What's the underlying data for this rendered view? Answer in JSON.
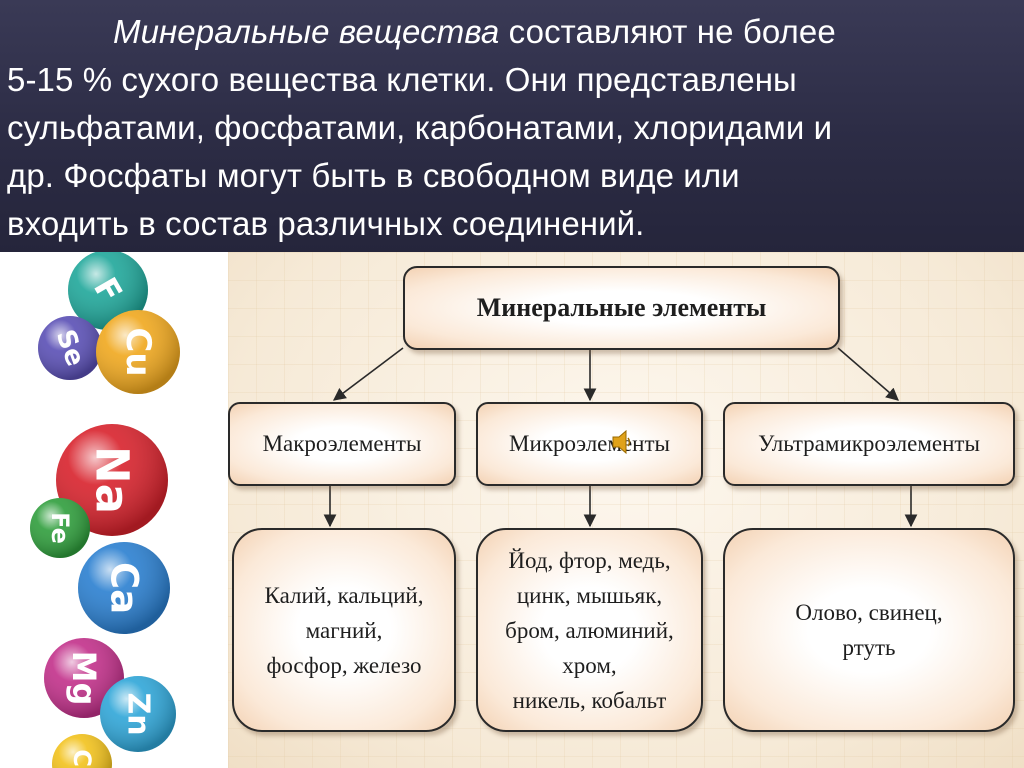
{
  "header": {
    "lead_italic": "Минеральные вещества",
    "lead_rest": " составляют не более",
    "lines": [
      "5-15 % сухого вещества клетки. Они представлены",
      "сульфатами, фосфатами, карбонатами, хлоридами и",
      "др. Фосфаты могут быть в свободном виде или",
      "входить в состав различных соединений."
    ]
  },
  "elements_balls": [
    {
      "symbol": "F",
      "color": "#1fa79a"
    },
    {
      "symbol": "Se",
      "color": "#5a4fb5"
    },
    {
      "symbol": "Cu",
      "color": "#f0a81e"
    },
    {
      "symbol": "Na",
      "color": "#d8222c"
    },
    {
      "symbol": "Fe",
      "color": "#2f9e3c"
    },
    {
      "symbol": "Ca",
      "color": "#2a7fd0"
    },
    {
      "symbol": "Mg",
      "color": "#c2308a"
    },
    {
      "symbol": "Zn",
      "color": "#2fa6d8"
    },
    {
      "symbol": "Cr",
      "color": "#f2c21c"
    }
  ],
  "diagram": {
    "root": "Минеральные элементы",
    "categories": [
      {
        "name": "Макроэлементы",
        "items": [
          "Калий, кальций,",
          "магний,",
          "фосфор, железо"
        ]
      },
      {
        "name": "Микроэлементы",
        "items": [
          "Йод, фтор, медь,",
          "цинк, мышьяк,",
          "бром, алюминий,",
          "хром,",
          "никель, кобальт"
        ]
      },
      {
        "name": "Ультрамикроэлементы",
        "items": [
          "Олово, свинец,",
          "ртуть"
        ]
      }
    ]
  }
}
